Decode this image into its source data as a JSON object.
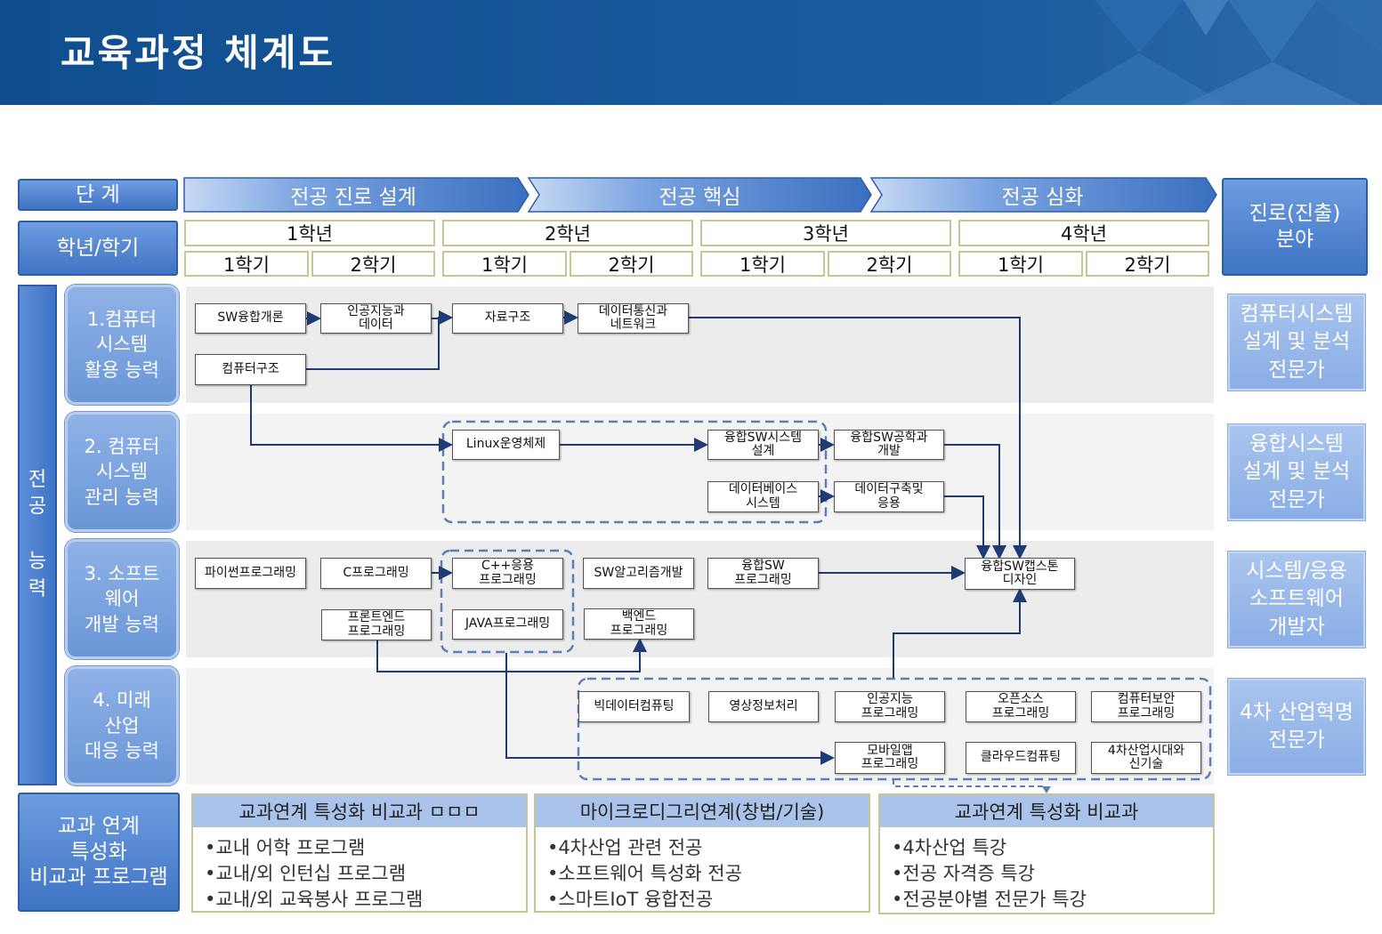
{
  "title": "교육과정 체계도",
  "header": {
    "stage_label": "단  계",
    "stages": [
      "전공 진로 설계",
      "전공 핵심",
      "전공 심화"
    ],
    "career_label": "진로(진출)\n분야",
    "year_sem_label": "학년/학기",
    "years": [
      "1학년",
      "2학년",
      "3학년",
      "4학년"
    ],
    "semesters": [
      "1학기",
      "2학기",
      "1학기",
      "2학기",
      "1학기",
      "2학기",
      "1학기",
      "2학기"
    ]
  },
  "major_ability_label": "전\n공\n\n능\n력",
  "competencies": [
    "1.컴퓨터\n시스템\n활용 능력",
    "2. 컴퓨터\n시스템\n관리 능력",
    "3. 소프트\n웨어\n개발 능력",
    "4. 미래\n산업\n대응 능력"
  ],
  "courses": {
    "sw_intro": "SW융합개론",
    "ai_data": "인공지능과\n데이터",
    "data_structure": "자료구조",
    "data_comm": "데이터통신과\n네트워크",
    "comp_arch": "컴퓨터구조",
    "linux_os": "Linux운영체제",
    "fusion_sys_design": "융합SW시스템\n설계",
    "fusion_sw_eng": "융합SW공학과\n개발",
    "database": "데이터베이스\n시스템",
    "data_build": "데이터구축및\n응용",
    "python": "파이썬프로그래밍",
    "c_prog": "C프로그래밍",
    "cpp": "C++응용\n프로그래밍",
    "sw_algo": "SW알고리즘개발",
    "fusion_sw_prog": "융합SW\n프로그래밍",
    "capstone": "융합SW캡스톤\n디자인",
    "frontend": "프론트엔드\n프로그래밍",
    "java": "JAVA프로그래밍",
    "backend": "백엔드\n프로그래밍",
    "bigdata": "빅데이터컴퓨팅",
    "image_proc": "영상정보처리",
    "ai_prog": "인공지능\n프로그래밍",
    "opensource": "오픈소스\n프로그래밍",
    "security": "컴퓨터보안\n프로그래밍",
    "mobile": "모바일앱\n프로그래밍",
    "cloud": "클라우드컴퓨팅",
    "industry4": "4차산업시대와\n신기술"
  },
  "careers": [
    "컴퓨터시스템\n설계 및 분석\n전문가",
    "융합시스템\n설계 및 분석\n전문가",
    "시스템/응용\n소프트웨어\n개발자",
    "4차 산업혁명\n전문가"
  ],
  "programs": {
    "label": "교과 연계\n특성화\n비교과 프로그램",
    "groups": [
      {
        "title": "교과연계 특성화 비교과 ㅁㅁㅁ",
        "items": [
          "•교내 어학 프로그램",
          "•교내/외 인턴십 프로그램",
          "•교내/외 교육봉사 프로그램"
        ]
      },
      {
        "title": "마이크로디그리연계(창법/기술)",
        "items": [
          "•4차산업 관련 전공",
          "•소프트웨어 특성화 전공",
          "•스마트IoT 융합전공"
        ]
      },
      {
        "title": "교과연계 특성화 비교과",
        "items": [
          "•4차산업 특강",
          "•전공 자격증 특강",
          "•전공분야별 전문가 특강"
        ]
      }
    ]
  },
  "colors": {
    "banner": "#1a5c9e",
    "header_blue": "#3f73c4",
    "connector": "#1f3b73",
    "card_border": "#c9c493"
  }
}
